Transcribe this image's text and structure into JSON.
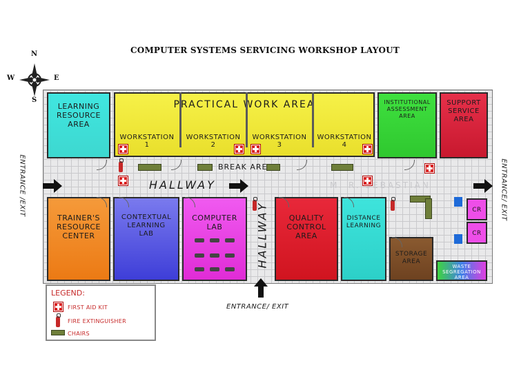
{
  "title": "COMPUTER SYSTEMS SERVICING WORKSHOP LAYOUT",
  "compass": {
    "n": "N",
    "s": "S",
    "e": "E",
    "w": "W"
  },
  "areas": {
    "practical_work_area": "PRACTICAL WORK AREA",
    "learning_resource_area": [
      "LEARNING",
      "RESOURCE",
      "AREA"
    ],
    "workstations": [
      {
        "line1": "WORKSTATION",
        "line2": "1"
      },
      {
        "line1": "WORKSTATION",
        "line2": "2"
      },
      {
        "line1": "WORKSTATION",
        "line2": "3"
      },
      {
        "line1": "WORKSTATION",
        "line2": "4"
      }
    ],
    "institutional_assessment_area": [
      "INSTITUTIONAL",
      "ASSESSMENT",
      "AREA"
    ],
    "support_service_area": [
      "SUPPORT",
      "SERVICE",
      "AREA"
    ],
    "break_area": "BREAK AREA",
    "trainers_resource_center": [
      "TRAINER'S",
      "RESOURCE",
      "CENTER"
    ],
    "contextual_learning_lab": [
      "CONTEXTUAL",
      "LEARNING",
      "LAB"
    ],
    "computer_lab": [
      "COMPUTER",
      "LAB"
    ],
    "quality_control_area": [
      "QUALITY",
      "CONTROL",
      "AREA"
    ],
    "distance_learning": [
      "DISTANCE",
      "LEARNING"
    ],
    "storage_area": [
      "STORAGE",
      "AREA"
    ],
    "waste_segregation_area": [
      "WASTE",
      "SEGREGATION",
      "AREA"
    ],
    "cr": "CR"
  },
  "hallway_horizontal": "HALLWAY",
  "hallway_vertical": "HALLWAY",
  "entrances": {
    "left": "ENTRANCE /EXIT",
    "right": "ENTRANCE/ EXIT",
    "bottom": "ENTRANCE/ EXIT"
  },
  "watermark": "M. R. SEBASTIAN",
  "legend": {
    "title": "LEGEND:",
    "items": [
      "FIRST AID KIT",
      "FIRE EXTINGUISHER",
      "CHAIRS"
    ]
  },
  "colors": {
    "learning_resource": "#3fe0d8",
    "practical_work": "#f4ee3a",
    "assessment": "#3fd43f",
    "support": "#e0243a",
    "trainers": "#f07e1e",
    "contextual": "#5a5ae8",
    "computer_lab": "#ee3ee8",
    "quality": "#e21e2a",
    "distance": "#3ae0d8",
    "storage": "#7a4e2a"
  }
}
